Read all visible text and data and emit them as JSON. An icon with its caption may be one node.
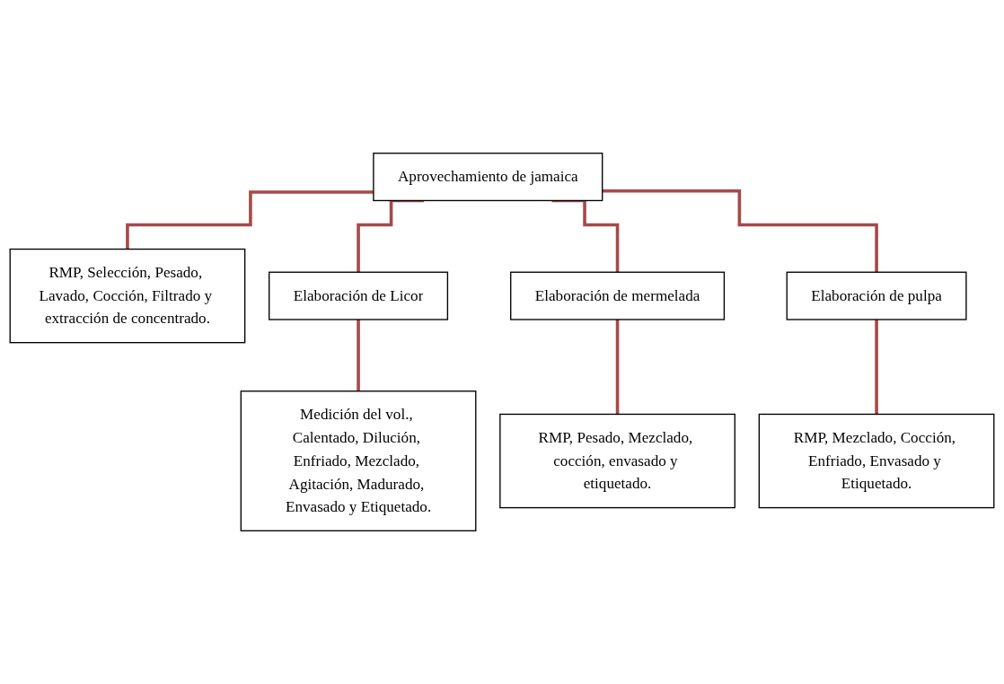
{
  "diagram": {
    "nodes": [
      {
        "text": [
          "Aprovechamiento de jamaica"
        ]
      },
      {
        "text": [
          "RMP, Selección, Pesado, Lavado, Cocción, Filtrado y extracción de concentrado."
        ]
      },
      {
        "text": [
          "Elaboración de Licor"
        ]
      },
      {
        "text": [
          "Elaboración de mermelada"
        ]
      },
      {
        "text": [
          "Elaboración de pulpa"
        ]
      },
      {
        "text": [
          "Medición del vol., Calentado, Dilución, Enfriado, Mezclado, Agitación, Madurado, Envasado y Etiquetado."
        ]
      },
      {
        "text": [
          "RMP, Pesado, Mezclado, cocción, envasado y etiquetado."
        ]
      },
      {
        "text": [
          "RMP, Mezclado, Cocción, Enfriado, Envasado y Etiquetado."
        ]
      }
    ],
    "edges": [
      {
        "from": 0,
        "to": 1,
        "arrow": "none"
      },
      {
        "from": 0,
        "to": 2,
        "arrow": "none"
      },
      {
        "from": 0,
        "to": 3,
        "arrow": "none"
      },
      {
        "from": 0,
        "to": 4,
        "arrow": "none"
      },
      {
        "from": 2,
        "to": 5,
        "arrow": "none"
      },
      {
        "from": 3,
        "to": 6,
        "arrow": "none"
      },
      {
        "from": 4,
        "to": 7,
        "arrow": "none"
      }
    ]
  }
}
